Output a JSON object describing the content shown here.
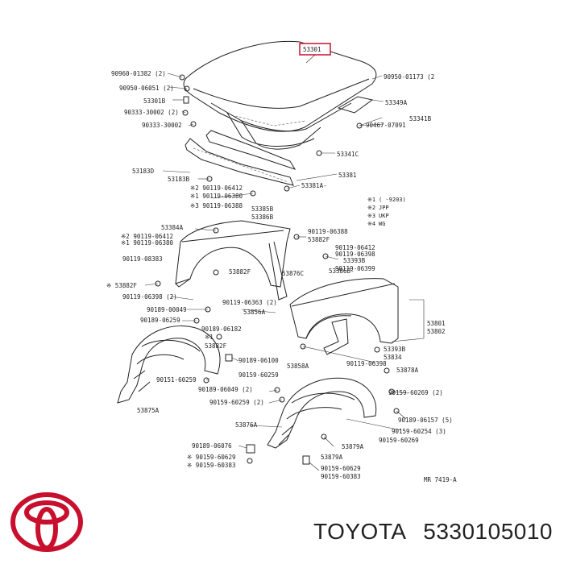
{
  "brand": "TOYOTA",
  "part_number": "5330105010",
  "brand_color": "#c8102e",
  "diagram": {
    "hood_callout": "53301",
    "ref_code": "MR 7419-A",
    "legend": [
      {
        "mark": "※1",
        "text": "(    -9203)"
      },
      {
        "mark": "※2",
        "text": "JPP"
      },
      {
        "mark": "※3",
        "text": "UKP"
      },
      {
        "mark": "※4",
        "text": "WG"
      }
    ],
    "labels": [
      "90960-01382 (2)",
      "90950-01173 (2",
      "90950-06051 (2)",
      "53301B",
      "53349A",
      "90333-30002 (2)",
      "53341B",
      "90333-30002",
      "90467-07091",
      "53341C",
      "53183D",
      "53183B",
      "53381",
      "※2 90119-06412",
      "※1 90119-06380",
      "53381A-",
      "※3 90119-06388",
      "53385B",
      "53386B",
      "53384A",
      "90119-06388",
      "※2 90119-06412",
      "※1 90119-06380",
      "53882F",
      "90119-06412",
      "90119-08383",
      "90119-06398",
      "53393B",
      "90119-06399",
      "53386B-",
      "53882F",
      "53876C",
      "※ 53882F",
      "90119-06398 (2)",
      "90119-06363 (2)",
      "90189-00049",
      "53856A",
      "90189-06259",
      "53801",
      "53802",
      "90189-06182",
      "※1",
      "53882F",
      "53393B",
      "53834",
      "90189-06100",
      "53858A",
      "90119-06398",
      "53878A",
      "90151-60259",
      "90159-60259",
      "90189-06049 (2)",
      "90159-60259 (2)",
      "90159-60269 (2)",
      "53875A",
      "53876A",
      "90189-06157 (5)",
      "90159-60254 (3)",
      "90189-06076",
      "90159-60269",
      "53879A",
      "※ 90159-60629",
      "※ 90159-60383",
      "53879A",
      "90159-60629",
      "90159-60383"
    ]
  }
}
